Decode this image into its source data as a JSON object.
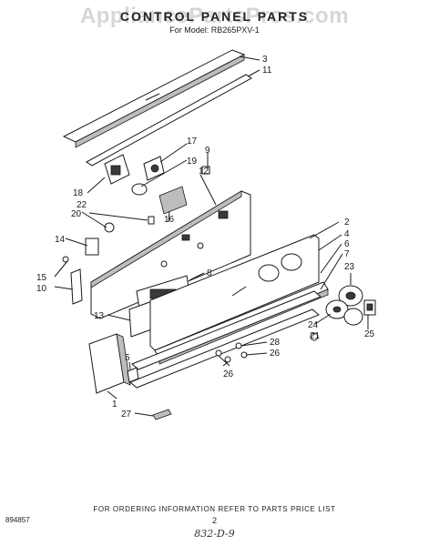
{
  "watermark": "AppliancePartsPros.com",
  "title": "CONTROL PANEL PARTS",
  "subtitle": "For Model: RB265PXV-1",
  "footer_note": "FOR ORDERING INFORMATION REFER TO PARTS PRICE LIST",
  "page_number": "2",
  "doc_number": "894857",
  "handwritten_note": "832-D-9",
  "callouts": {
    "c3": "3",
    "c11": "11",
    "c17": "17",
    "c9": "9",
    "c19": "19",
    "c12": "12",
    "c18": "18",
    "c16": "16",
    "c22": "22",
    "c20": "20",
    "c14": "14",
    "c15": "15",
    "c10": "10",
    "c8": "8",
    "c13": "13",
    "c2": "2",
    "c4": "4",
    "c6": "6",
    "c7": "7",
    "c23": "23",
    "c24": "24",
    "c21": "21",
    "c25": "25",
    "c28": "28",
    "c26a": "26",
    "c26b": "26",
    "c5": "5",
    "c1": "1",
    "c27": "27"
  }
}
